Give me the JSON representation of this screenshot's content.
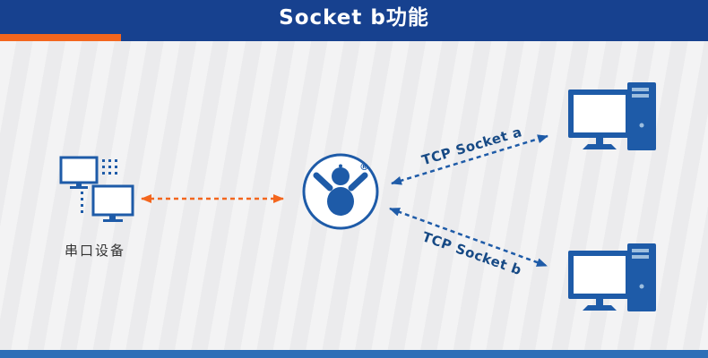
{
  "header": {
    "title": "Socket b功能"
  },
  "colors": {
    "header_bg": "#17418f",
    "accent_orange": "#f3661e",
    "arrow_blue": "#1e5ba8",
    "icon_blue": "#1e5ba8",
    "link_label_color": "#174a85",
    "serial_label_color": "#333333",
    "footer_bg": "#2e6fb7",
    "canvas_bg": "#f2f2f3"
  },
  "diagram": {
    "serial_device": {
      "label": "串口设备"
    },
    "hub": {
      "registered_mark": "®"
    },
    "links": [
      {
        "label": "TCP Socket a"
      },
      {
        "label": "TCP Socket b"
      }
    ]
  }
}
